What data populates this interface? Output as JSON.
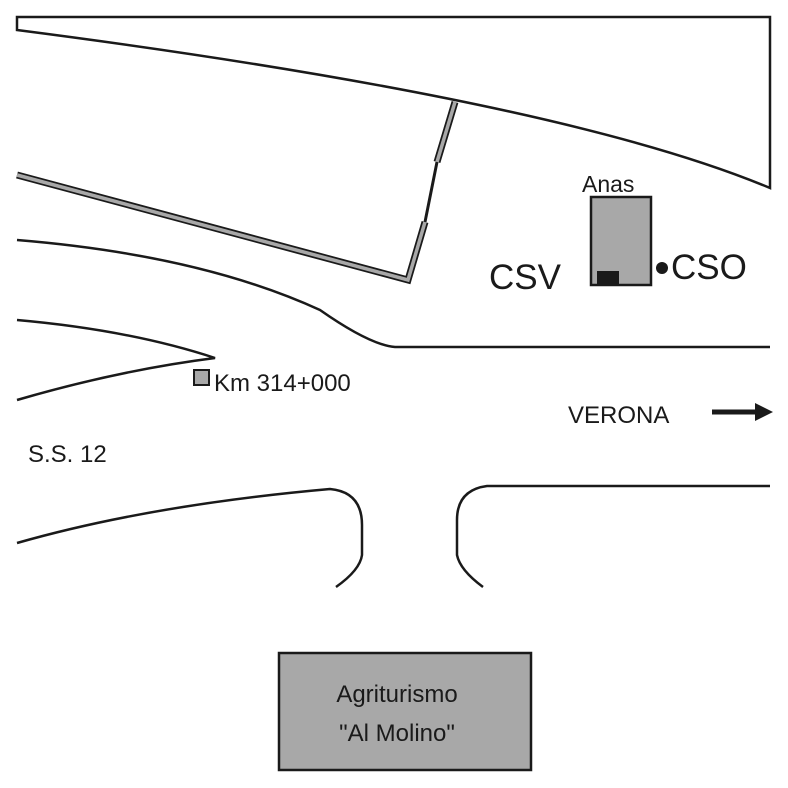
{
  "labels": {
    "anas": "Anas",
    "csv": "CSV",
    "cso": "CSO",
    "km": "Km 314+000",
    "verona": "VERONA",
    "road": "S.S. 12",
    "agriturismo_line1": "Agriturismo",
    "agriturismo_line2": "\"Al Molino\""
  },
  "colors": {
    "line": "#1a1a1a",
    "fill_grey": "#a8a8a8",
    "background": "#ffffff"
  }
}
